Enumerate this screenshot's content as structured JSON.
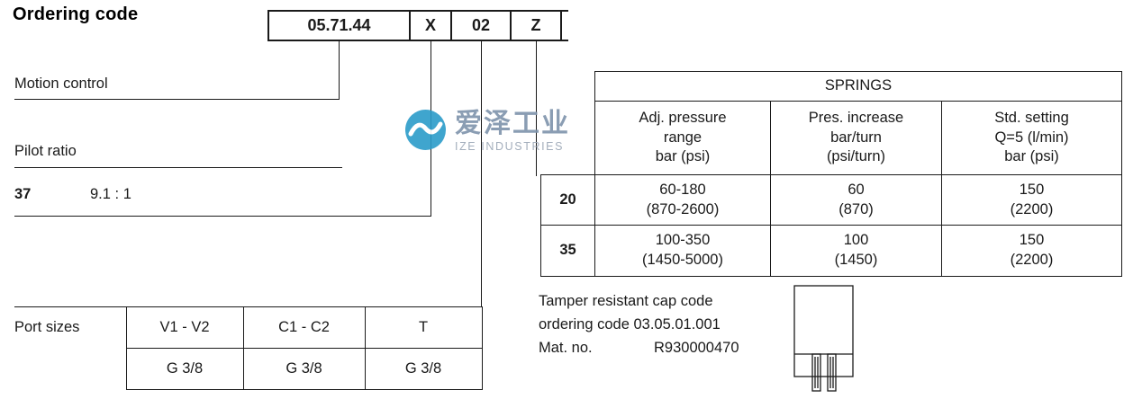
{
  "title": "Ordering code",
  "ordering_code": {
    "segments": [
      "05.71.44",
      "X",
      "02",
      "Z"
    ]
  },
  "callouts": {
    "motion_control": "Motion control",
    "pilot_ratio": "Pilot ratio",
    "pilot_ratio_code": "37",
    "pilot_ratio_value": "9.1 : 1"
  },
  "springs": {
    "title": "SPRINGS",
    "columns": [
      "Adj. pressure\nrange\nbar (psi)",
      "Pres. increase\nbar/turn\n(psi/turn)",
      "Std. setting\nQ=5 (l/min)\nbar (psi)"
    ],
    "rows": [
      {
        "label": "20",
        "cells": [
          "60-180\n(870-2600)",
          "60\n(870)",
          "150\n(2200)"
        ]
      },
      {
        "label": "35",
        "cells": [
          "100-350\n(1450-5000)",
          "100\n(1450)",
          "150\n(2200)"
        ]
      }
    ]
  },
  "port_sizes": {
    "label": "Port sizes",
    "columns": [
      "V1 - V2",
      "C1 - C2",
      "T"
    ],
    "values": [
      "G 3/8",
      "G 3/8",
      "G 3/8"
    ]
  },
  "tamper_note": {
    "line1": "Tamper resistant cap code",
    "line2": "ordering code 03.05.01.001",
    "mat_label": "Mat. no.",
    "mat_value": "R930000470"
  },
  "watermark": {
    "cn": "爱泽工业",
    "en": "IZE INDUSTRIES",
    "logo_color": "#2b9cc9",
    "cn_color": "#7e93ab",
    "en_color": "#9aa6b5"
  }
}
